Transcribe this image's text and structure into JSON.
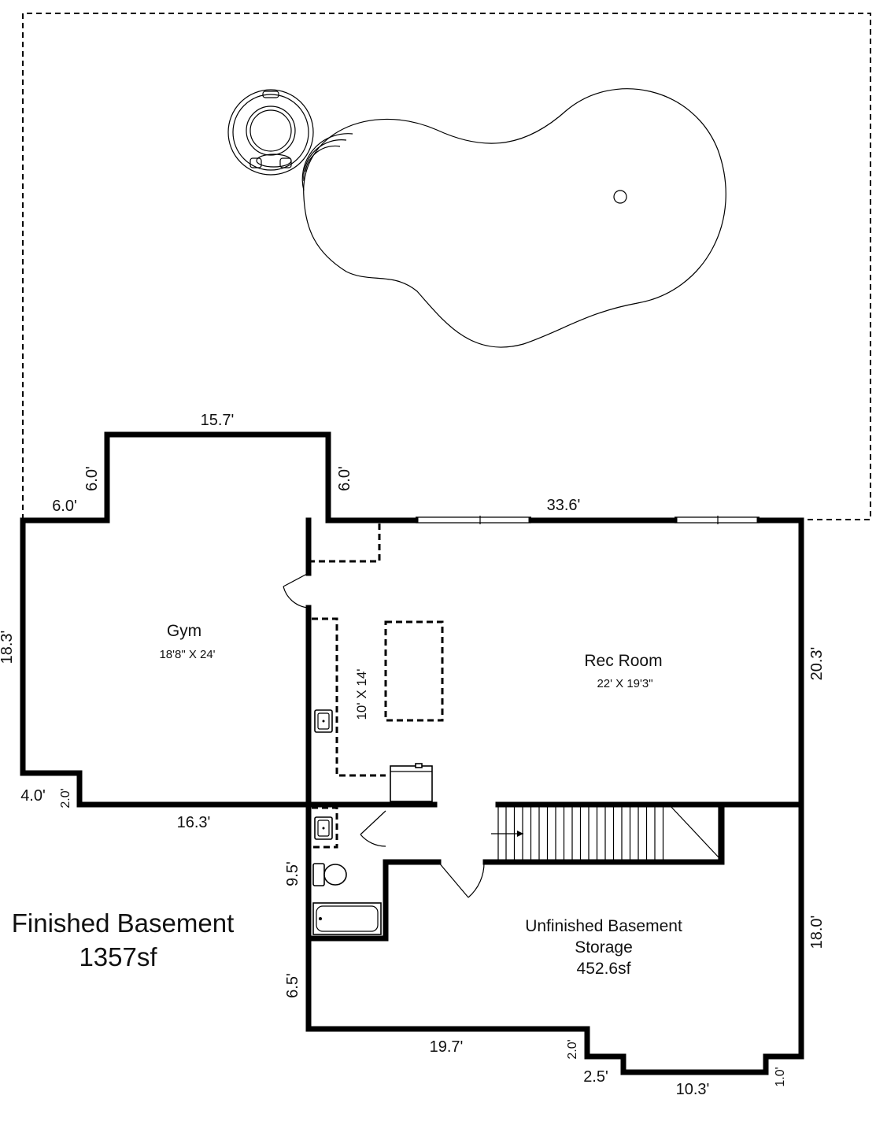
{
  "dimensions": {
    "gym_top": "15.7'",
    "gym_left_step_h": "6.0'",
    "gym_left_step_v": "6.0'",
    "gym_right_step_v": "6.0'",
    "rec_top": "33.6'",
    "gym_left": "18.3'",
    "rec_right": "20.3'",
    "gym_bottom_step_h": "4.0'",
    "gym_bottom_step_v": "2.0'",
    "gym_bottom": "16.3'",
    "bath_left": "9.5'",
    "storage_left": "6.5'",
    "storage_right": "18.0'",
    "storage_bottom": "19.7'",
    "bottom_step_v": "2.0'",
    "bottom_step_h": "2.5'",
    "bottom_center": "10.3'",
    "bottom_right_step": "1.0'"
  },
  "rooms": {
    "gym": {
      "name": "Gym",
      "size": "18'8\" X 24'"
    },
    "rec_room": {
      "name": "Rec Room",
      "size": "22' X 19'3\""
    },
    "bar": {
      "size": "10' X 14'"
    },
    "storage": {
      "line1": "Unfinished Basement",
      "line2": "Storage",
      "area": "452.6sf"
    }
  },
  "summary": {
    "title": "Finished Basement",
    "area": "1357sf"
  }
}
